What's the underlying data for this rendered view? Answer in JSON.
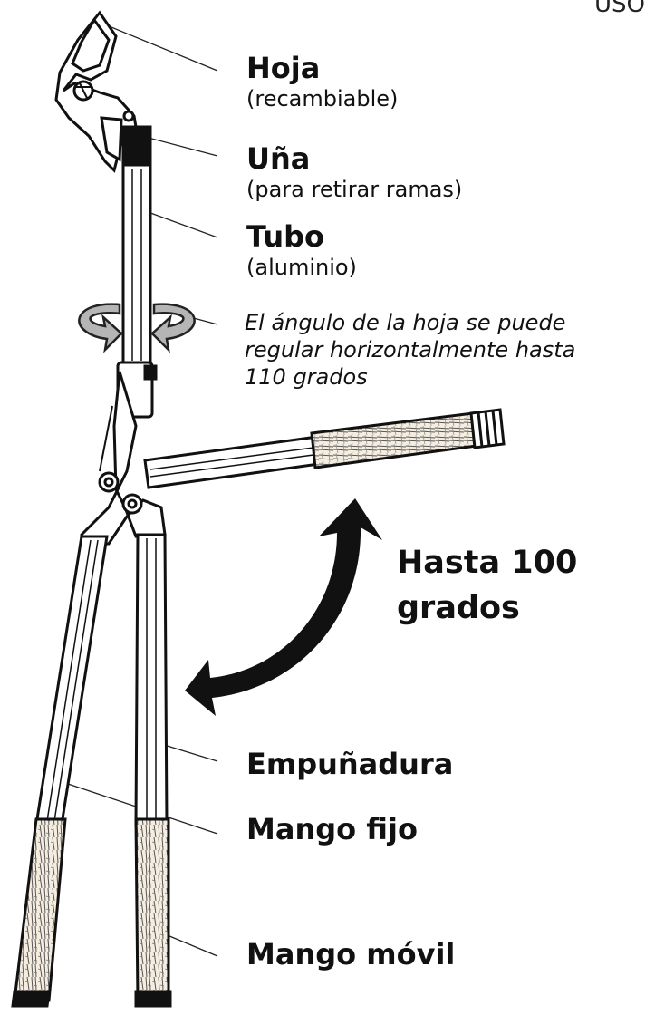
{
  "corner_text": "USO",
  "labels": {
    "hoja": {
      "title": "Hoja",
      "sub": "(recambiable)"
    },
    "una": {
      "title": "Uña",
      "sub": "(para retirar ramas)"
    },
    "tubo": {
      "title": "Tubo",
      "sub": "(aluminio)"
    },
    "angle_note": {
      "line1": "El ángulo de la hoja se puede",
      "line2": "regular horizontalmente hasta",
      "line3": "110 grados"
    },
    "rotation": {
      "line1": "Hasta 100",
      "line2": "grados"
    },
    "empunadura": "Empuñadura",
    "mango_fijo": "Mango fijo",
    "mango_movil": "Mango móvil"
  }
}
